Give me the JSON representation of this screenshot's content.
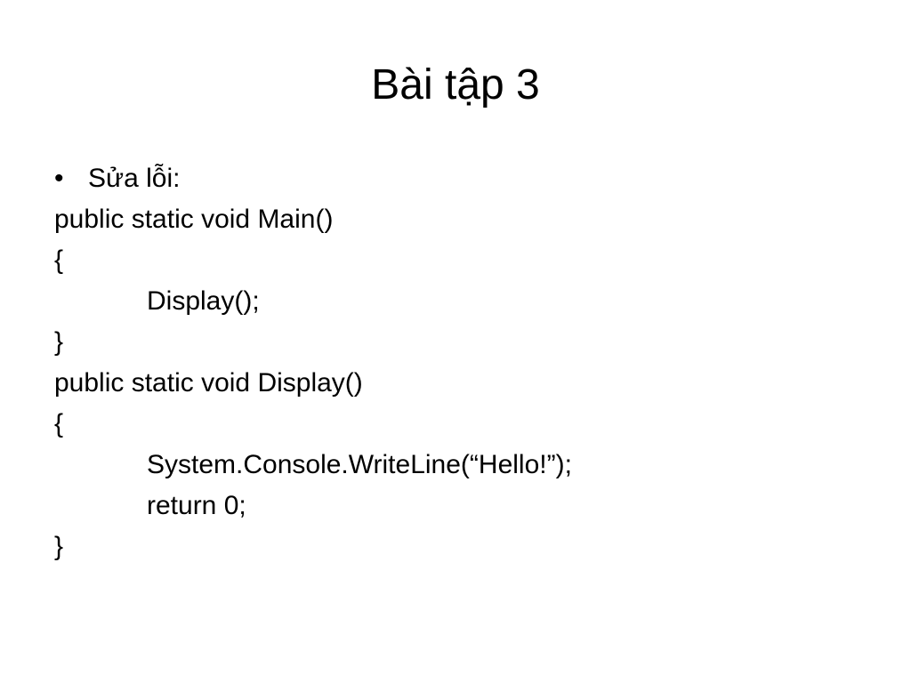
{
  "slide": {
    "title": "Bài tập 3",
    "bullet": {
      "marker": "•",
      "text": "Sửa lỗi:"
    },
    "code_lines": [
      {
        "text": "public static void Main()",
        "indent": false
      },
      {
        "text": "{",
        "indent": false
      },
      {
        "text": "Display();",
        "indent": true
      },
      {
        "text": "}",
        "indent": false
      },
      {
        "text": "public static void Display()",
        "indent": false
      },
      {
        "text": "{",
        "indent": false
      },
      {
        "text": "System.Console.WriteLine(“Hello!”);",
        "indent": true
      },
      {
        "text": "return 0;",
        "indent": true
      },
      {
        "text": "}",
        "indent": false
      }
    ]
  }
}
